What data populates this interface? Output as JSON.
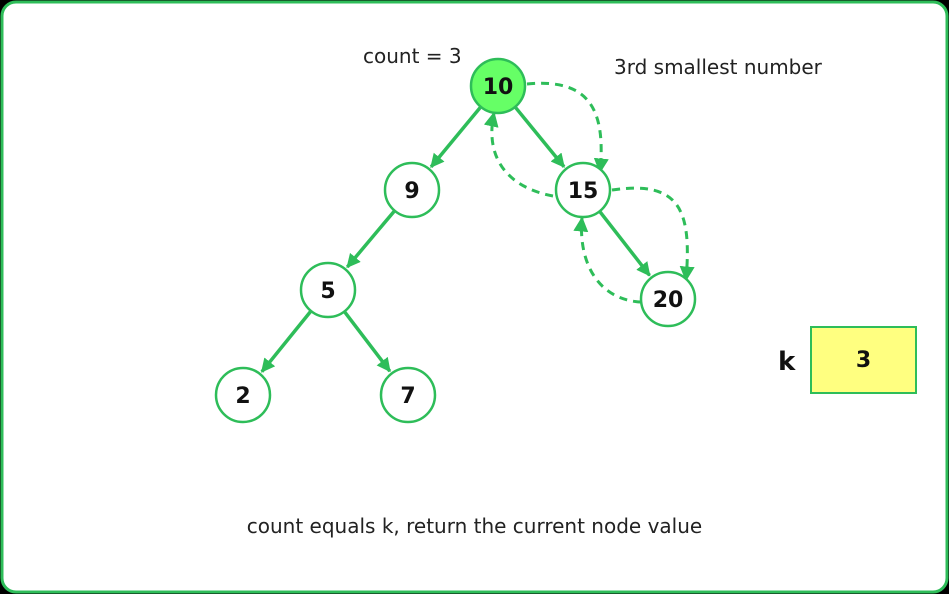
{
  "labels": {
    "count": "count = 3",
    "rank": "3rd smallest number",
    "caption": "count equals k, return the current node value",
    "k_name": "k",
    "k_value": "3"
  },
  "tree": {
    "nodes": [
      {
        "id": "n10",
        "value": "10",
        "highlighted": true
      },
      {
        "id": "n9",
        "value": "9",
        "highlighted": false
      },
      {
        "id": "n15",
        "value": "15",
        "highlighted": false
      },
      {
        "id": "n5",
        "value": "5",
        "highlighted": false
      },
      {
        "id": "n20",
        "value": "20",
        "highlighted": false
      },
      {
        "id": "n2",
        "value": "2",
        "highlighted": false
      },
      {
        "id": "n7",
        "value": "7",
        "highlighted": false
      }
    ],
    "edges": [
      {
        "from": "n10",
        "to": "n9"
      },
      {
        "from": "n10",
        "to": "n15"
      },
      {
        "from": "n9",
        "to": "n5"
      },
      {
        "from": "n15",
        "to": "n20"
      },
      {
        "from": "n5",
        "to": "n2"
      },
      {
        "from": "n5",
        "to": "n7"
      }
    ],
    "traversal": [
      {
        "from": "n10",
        "to": "n15"
      },
      {
        "from": "n15",
        "to": "n20"
      },
      {
        "from": "n20",
        "to": "n15"
      },
      {
        "from": "n15",
        "to": "n10"
      }
    ]
  },
  "colors": {
    "green": "#2ebd59",
    "highlight_fill": "#66ff66",
    "k_box_fill": "#ffff80",
    "frame_background": "#ffffff"
  }
}
